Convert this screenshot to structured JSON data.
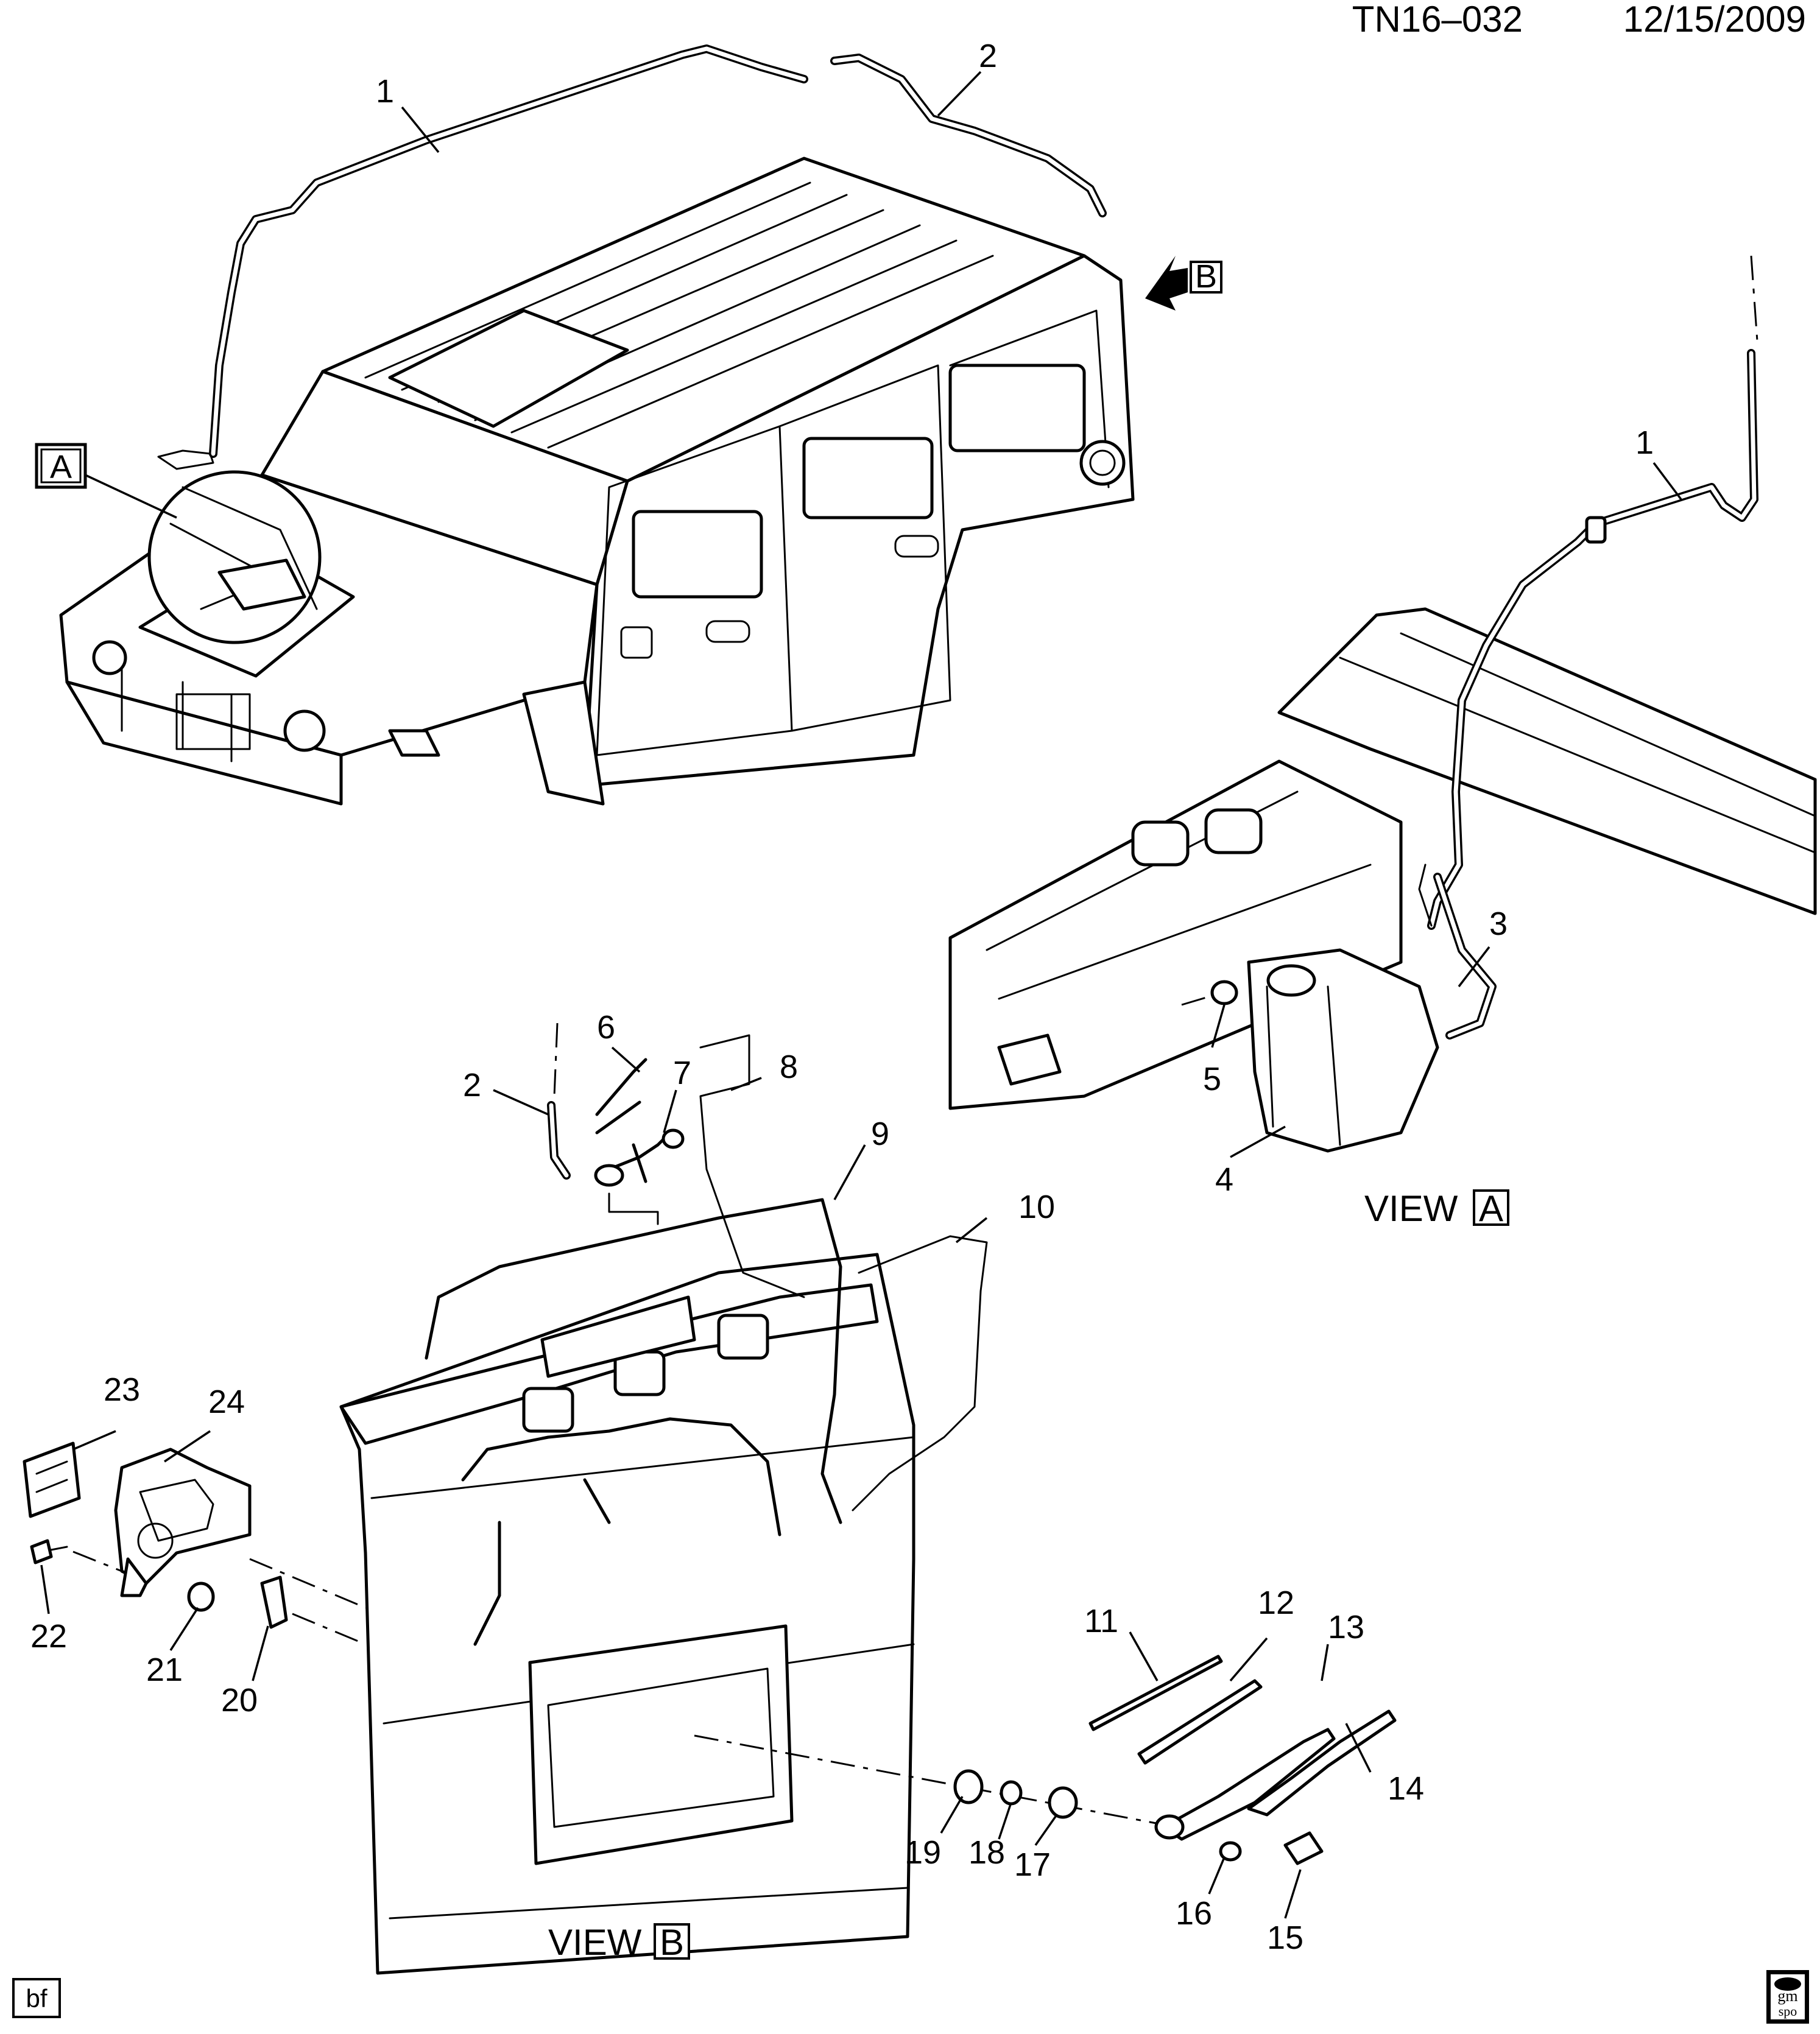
{
  "header": {
    "diagram_id": "TN16–032",
    "date": "12/15/2009"
  },
  "view_refs": {
    "a": "A",
    "b": "B"
  },
  "view_labels": {
    "view_word": "VIEW",
    "view_a": "A",
    "view_b": "B"
  },
  "part_labels": [
    "1",
    "2",
    "3",
    "4",
    "5",
    "6",
    "7",
    "8",
    "9",
    "10",
    "11",
    "12",
    "13",
    "14",
    "15",
    "16",
    "17",
    "18",
    "19",
    "20",
    "21",
    "22",
    "23",
    "24"
  ],
  "secondary_labels": {
    "tube_1": "1",
    "tube_2": "2"
  },
  "footer": {
    "initials": "bf",
    "logo_top": "gm",
    "logo_bottom": "spo"
  }
}
